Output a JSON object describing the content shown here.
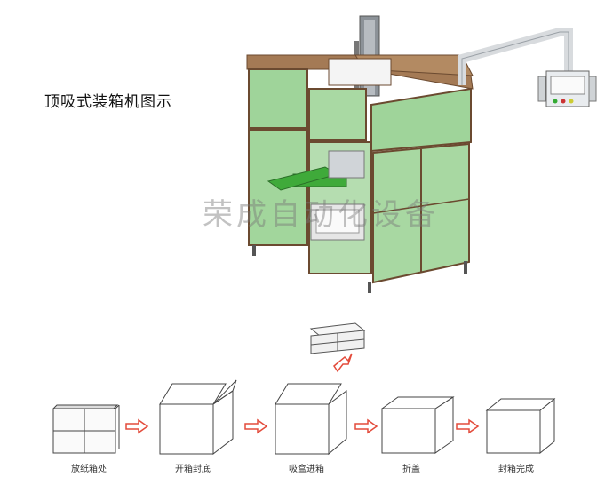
{
  "title": "顶吸式装箱机图示",
  "watermark": "荣成自动化设备",
  "steps": [
    {
      "label": "放纸箱处"
    },
    {
      "label": "开箱封底"
    },
    {
      "label": "吸盒进箱"
    },
    {
      "label": "折盖"
    },
    {
      "label": "封箱完成"
    }
  ],
  "colors": {
    "frame": "#a47a55",
    "glass": "#9fd49a",
    "glass_dark": "#6fae6a",
    "belt": "#3faa3a",
    "arrow": "#e34b3b",
    "metal": "#c8ccd0"
  }
}
